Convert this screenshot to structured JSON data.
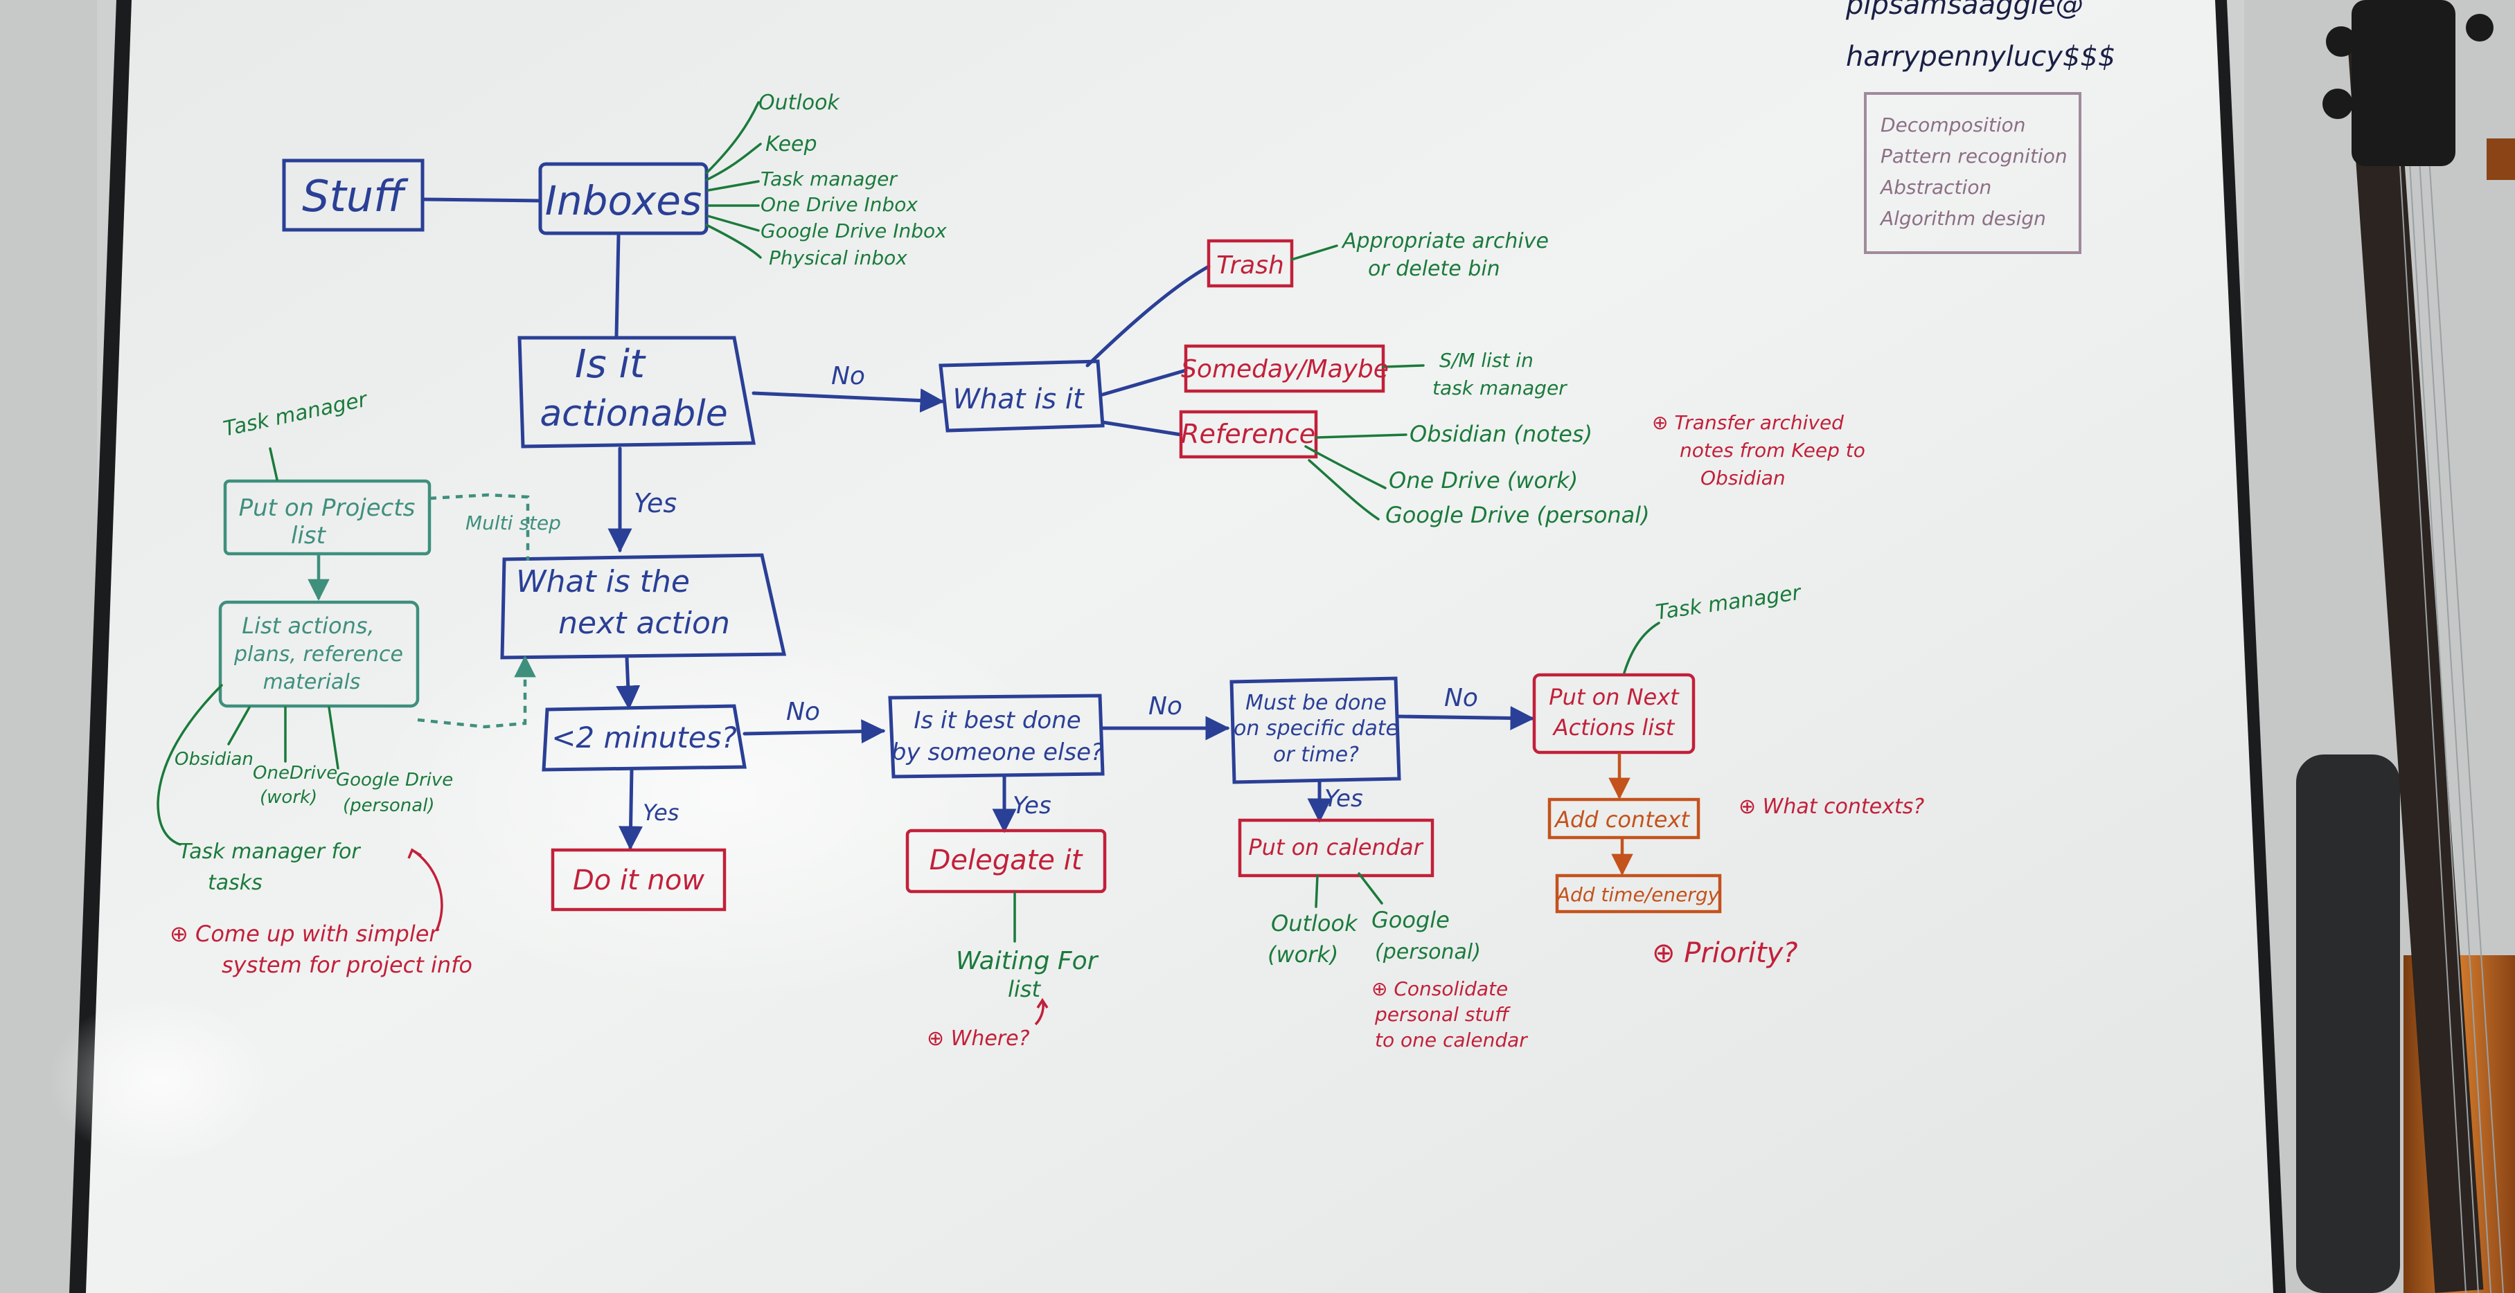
{
  "colors": {
    "blue": "#2a3f96",
    "green": "#1b7a3c",
    "teal": "#3f8f7d",
    "red": "#c2203a",
    "orange": "#c4521c",
    "purple": "#8c6f86",
    "wall": "#cfd1d0",
    "board": "#eef0ef",
    "frame": "#1b1c1e"
  },
  "corner_text": [
    "pipsamsaaggle@",
    "harrypennylucy$$$"
  ],
  "purple_box": [
    "Decomposition",
    "Pattern recognition",
    "Abstraction",
    "Algorithm design"
  ],
  "nodes": {
    "stuff": "Stuff",
    "inboxes": "Inboxes",
    "actionable": [
      "Is it",
      "actionable"
    ],
    "what_is_it": "What is it",
    "trash": "Trash",
    "someday": "Someday/Maybe",
    "reference": "Reference",
    "next_action": [
      "What is the",
      "next action"
    ],
    "two_min": "<2 minutes?",
    "do_it": "Do it now",
    "best_done": [
      "Is it best done",
      "by someone else?"
    ],
    "delegate": "Delegate it",
    "specific_date": [
      "Must be done",
      "on specific date",
      "or time?"
    ],
    "calendar": "Put on calendar",
    "next_actions_list": [
      "Put on Next",
      "Actions list"
    ],
    "add_context": "Add context",
    "add_timeenergy": "Add time/energy",
    "projects": [
      "Put on Projects",
      "list"
    ],
    "list_actions": [
      "List actions,",
      "plans, reference",
      "materials"
    ]
  },
  "inbox_list": [
    "Outlook",
    "Keep",
    "Task manager",
    "One Drive Inbox",
    "Google Drive Inbox",
    "Physical inbox"
  ],
  "labels": {
    "no_actionable": "No",
    "yes_actionable": "Yes",
    "multi_step": "Multi step",
    "no_2min": "No",
    "yes_2min": "Yes",
    "no_best": "No",
    "yes_best": "Yes",
    "no_date": "No",
    "yes_date": "Yes",
    "task_manager_projects": "Task manager",
    "task_manager_next": "Task manager"
  },
  "notes": {
    "trash_note": [
      "Appropriate archive",
      "or delete bin"
    ],
    "someday_note": [
      "S/M list in",
      "task manager"
    ],
    "ref_obsidian": "Obsidian (notes)",
    "ref_onedrive": "One Drive (work)",
    "ref_gdrive": "Google Drive (personal)",
    "transfer": [
      "⊕ Transfer archived",
      "notes from Keep to",
      "Obsidian"
    ],
    "obsidian": "Obsidian",
    "onedrive_work": [
      "OneDrive",
      "(work)"
    ],
    "gdrive_personal": [
      "Google Drive",
      "(personal)"
    ],
    "task_manager_tasks": [
      "Task manager for",
      "tasks"
    ],
    "come_up": [
      "⊕ Come up with simpler",
      "system for project info"
    ],
    "waiting_for": [
      "Waiting For",
      "list"
    ],
    "where": "⊕ Where?",
    "outlook_work": [
      "Outlook",
      "(work)"
    ],
    "google_personal": [
      "Google",
      "(personal)"
    ],
    "consolidate": [
      "⊕ Consolidate",
      "personal stuff",
      "to one calendar"
    ],
    "what_contexts": "⊕ What contexts?",
    "priority": "⊕ Priority?"
  }
}
